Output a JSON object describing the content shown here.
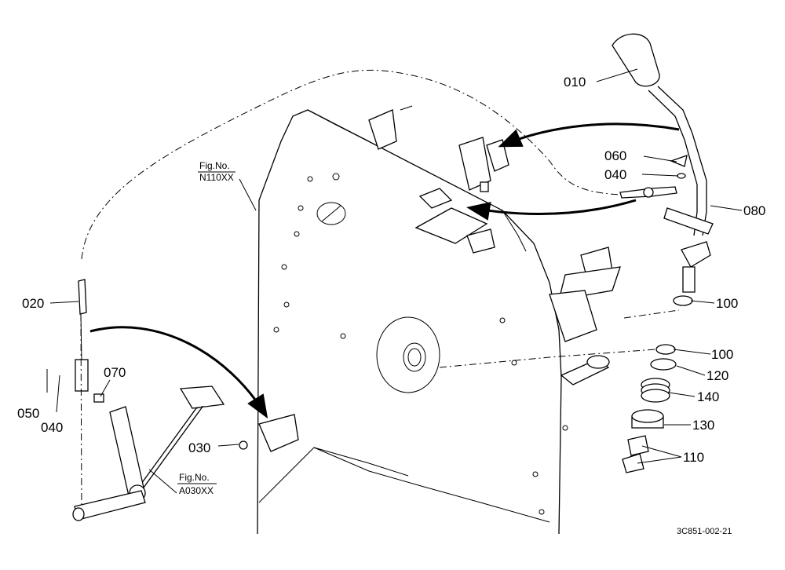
{
  "labels": {
    "p010": "010",
    "p020": "020",
    "p030": "030",
    "p040_top": "040",
    "p040_left": "040",
    "p050": "050",
    "p060": "060",
    "p070": "070",
    "p080": "080",
    "p100_a": "100",
    "p100_b": "100",
    "p110": "110",
    "p120": "120",
    "p130": "130",
    "p140": "140"
  },
  "refs": {
    "fig_n110_line1": "Fig.No.",
    "fig_n110_line2": "N110XX",
    "fig_a030_line1": "Fig.No.",
    "fig_a030_line2": "A030XX"
  },
  "drawing_code": "3C851-002-21"
}
